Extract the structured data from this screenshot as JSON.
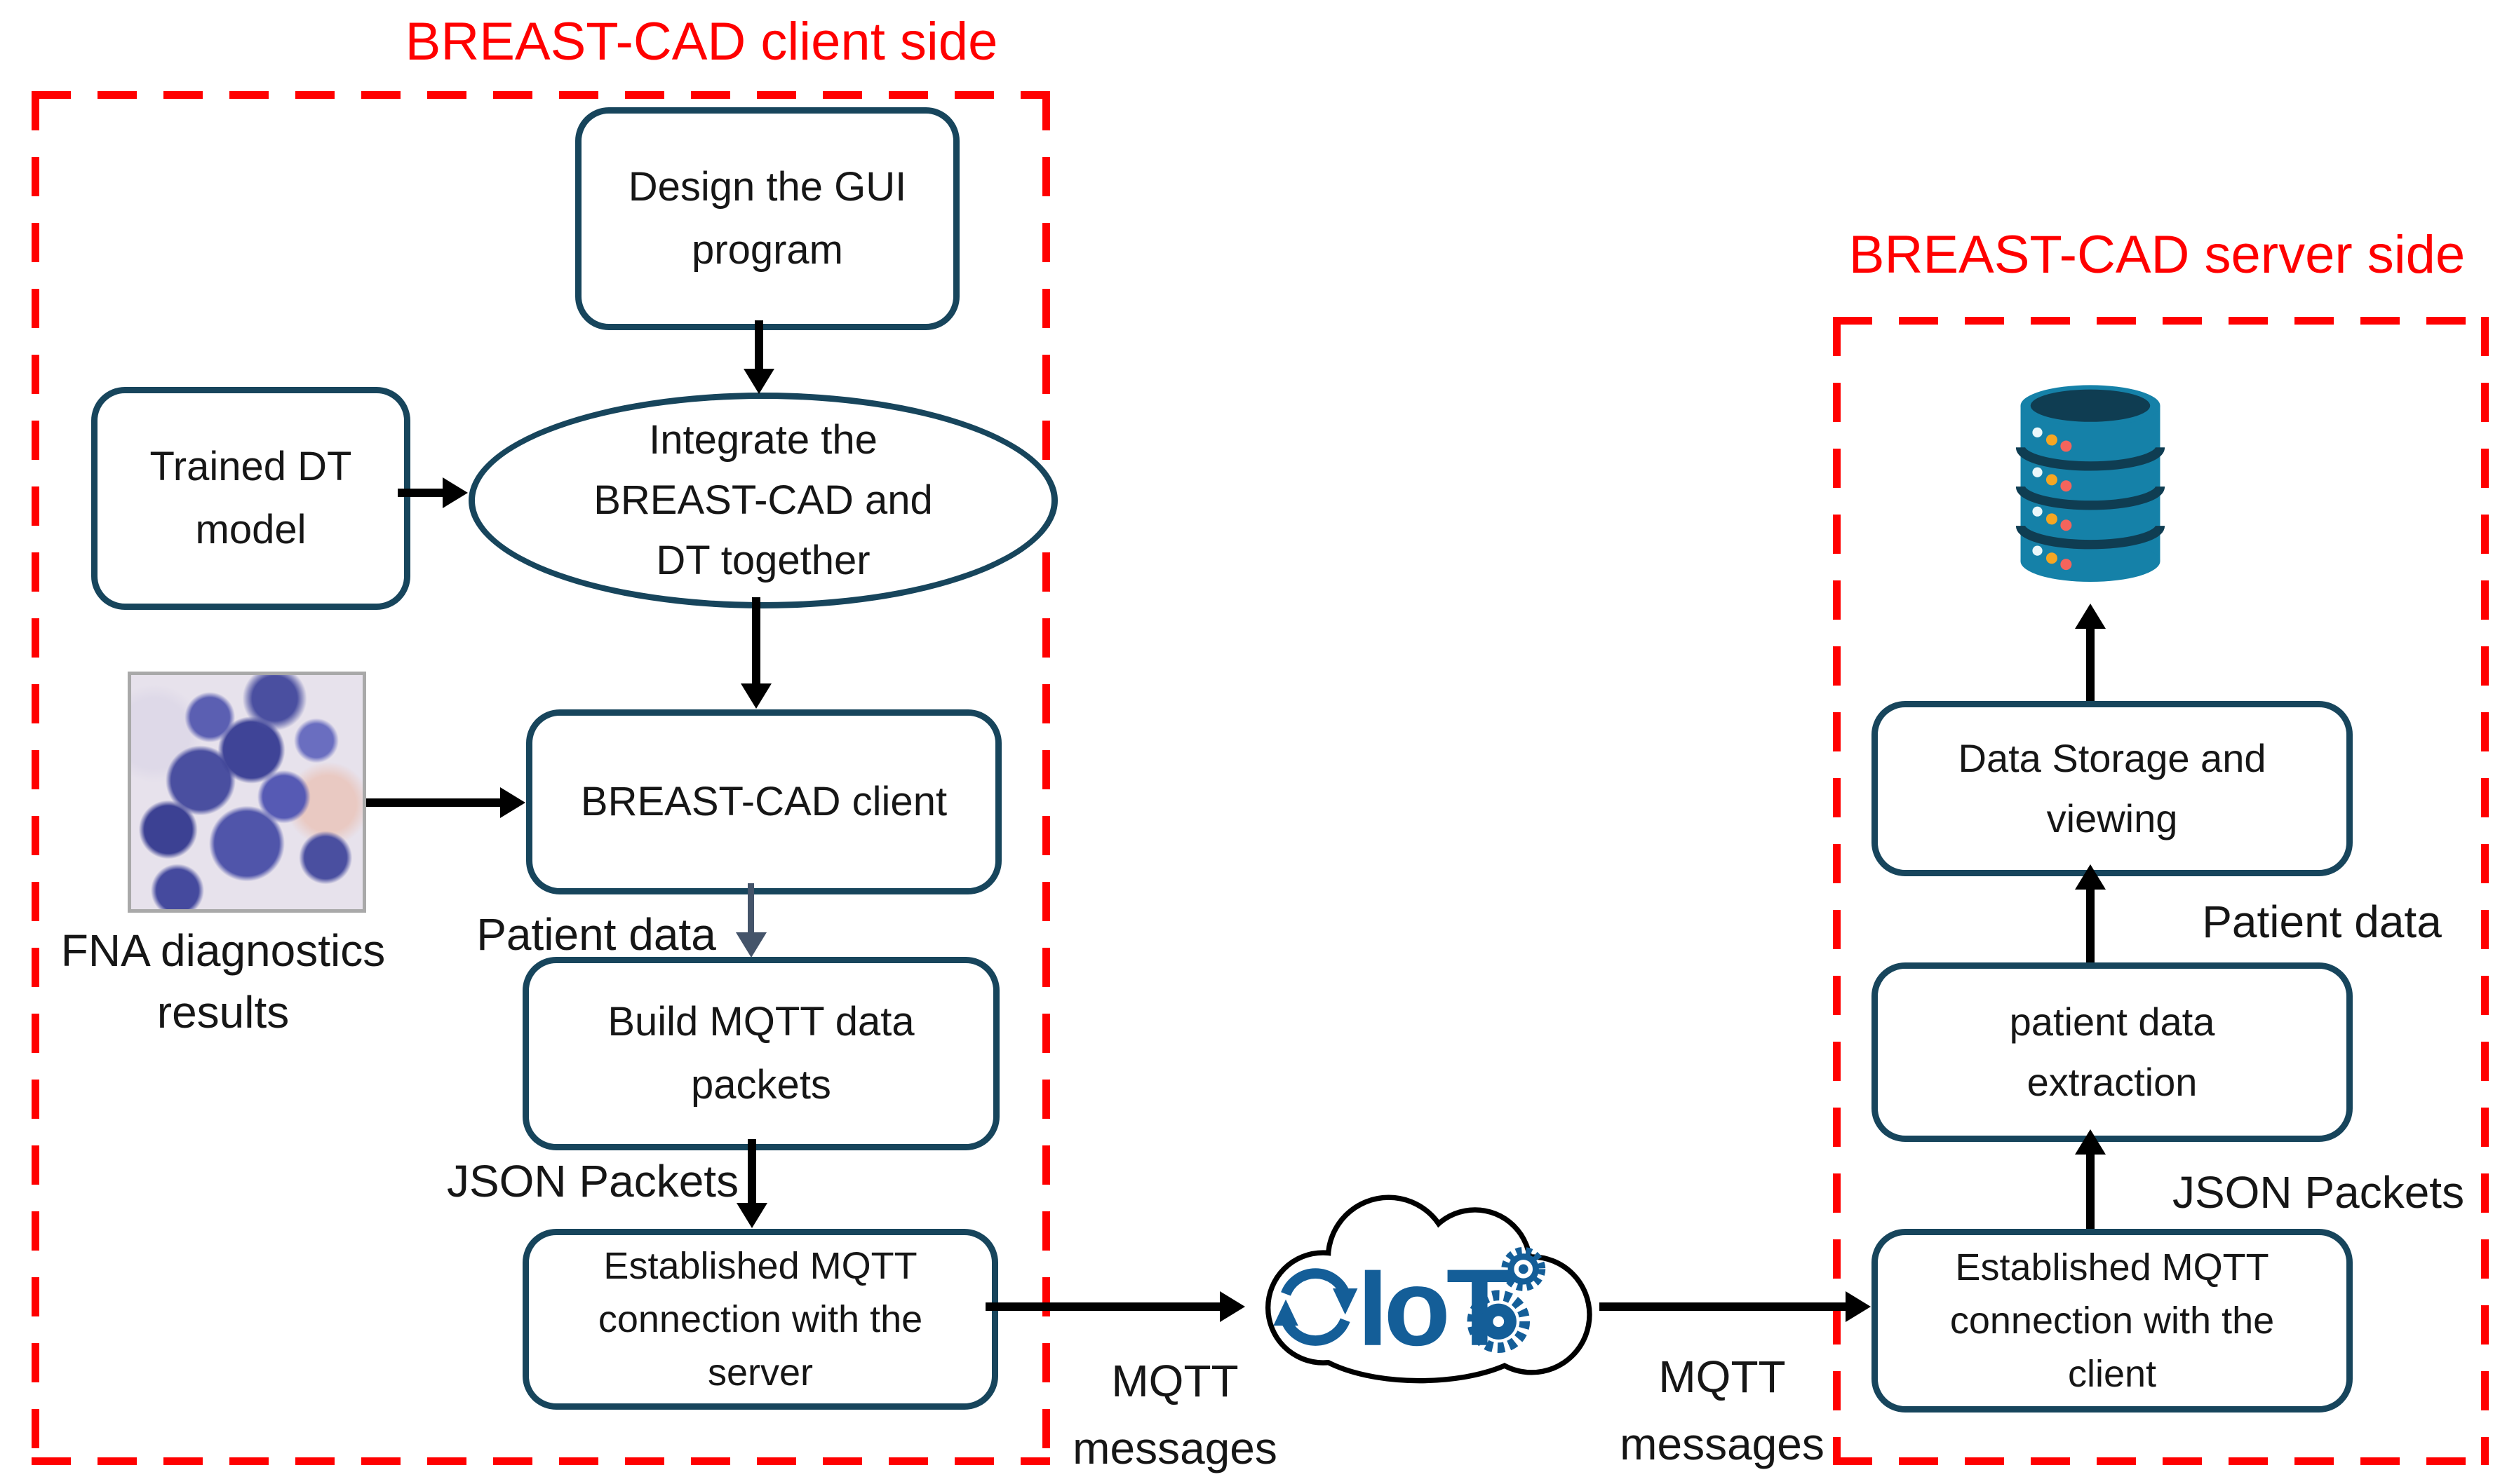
{
  "colors": {
    "region_red": "#FF0000",
    "box_border": "#17455C",
    "arrow_black": "#000000",
    "arrow_slate": "#44546A",
    "cloud_blue": "#145E98",
    "cloud_outline": "#000000",
    "db_teal": "#1581A8",
    "db_dark": "#0F3D52",
    "db_dot_white": "#EAF7FA",
    "db_dot_orange": "#F5A623",
    "db_dot_red": "#F4645C"
  },
  "client": {
    "title": "BREAST-CAD client side",
    "design_gui": {
      "line1": "Design the GUI",
      "line2": "program"
    },
    "trained_dt": {
      "line1": "Trained DT",
      "line2": "model"
    },
    "integrate": {
      "line1": "Integrate the",
      "line2": "BREAST-CAD and",
      "line3": "DT together"
    },
    "client_box": {
      "line1": "BREAST-CAD client"
    },
    "build_mqtt": {
      "line1": "Build MQTT data",
      "line2": "packets"
    },
    "established": {
      "line1": "Established MQTT",
      "line2": "connection with the",
      "line3": "server"
    },
    "fna_caption": {
      "line1": "FNA diagnostics",
      "line2": "results"
    },
    "patient_data_label": "Patient data",
    "json_packets_label": "JSON Packets",
    "mqtt_label": {
      "line1": "MQTT",
      "line2": "messages"
    }
  },
  "cloud": {
    "label": "IoT"
  },
  "server": {
    "title": "BREAST-CAD server side",
    "data_storage": {
      "line1": "Data Storage and",
      "line2": "viewing"
    },
    "patient_extraction": {
      "line1": "patient data",
      "line2": "extraction"
    },
    "established": {
      "line1": "Established MQTT",
      "line2": "connection with the",
      "line3": "client"
    },
    "patient_data_label": "Patient data",
    "json_packets_label": "JSON Packets",
    "mqtt_label": {
      "line1": "MQTT",
      "line2": "messages"
    }
  }
}
